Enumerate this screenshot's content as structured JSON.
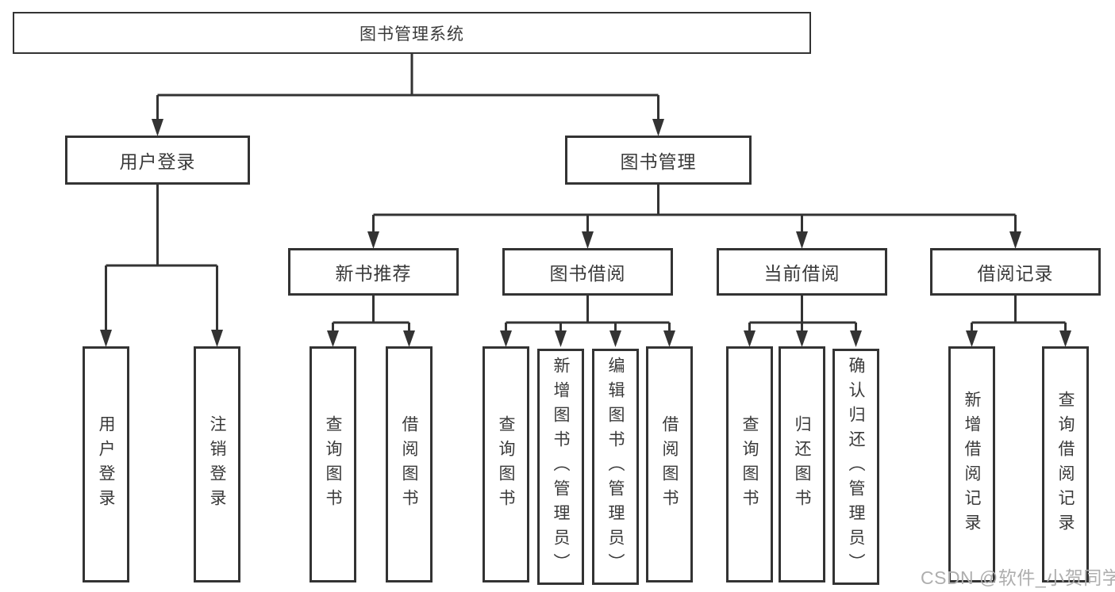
{
  "diagram_title": "图书管理系统",
  "colors": {
    "line": "#333333",
    "box-border": "#333333",
    "box-bg": "#ffffff",
    "text": "#3a3a3a",
    "watermark": "#aeaeae",
    "page-bg": "#ffffff"
  },
  "tree": {
    "label": "图书管理系统",
    "children": [
      {
        "label": "用户登录",
        "children": [
          {
            "label": "用户登录"
          },
          {
            "label": "注销登录"
          }
        ]
      },
      {
        "label": "图书管理",
        "children": [
          {
            "label": "新书推荐",
            "children": [
              {
                "label": "查询图书"
              },
              {
                "label": "借阅图书"
              }
            ]
          },
          {
            "label": "图书借阅",
            "children": [
              {
                "label": "查询图书"
              },
              {
                "label": "新增图书（管理员）"
              },
              {
                "label": "编辑图书（管理员）"
              },
              {
                "label": "借阅图书"
              }
            ]
          },
          {
            "label": "当前借阅",
            "children": [
              {
                "label": "查询图书"
              },
              {
                "label": "归还图书"
              },
              {
                "label": "确认归还（管理员）"
              }
            ]
          },
          {
            "label": "借阅记录",
            "children": [
              {
                "label": "新增借阅记录"
              },
              {
                "label": "查询借阅记录"
              }
            ]
          }
        ]
      }
    ]
  },
  "watermark": {
    "text": "CSDN @软件_小贺同学"
  }
}
